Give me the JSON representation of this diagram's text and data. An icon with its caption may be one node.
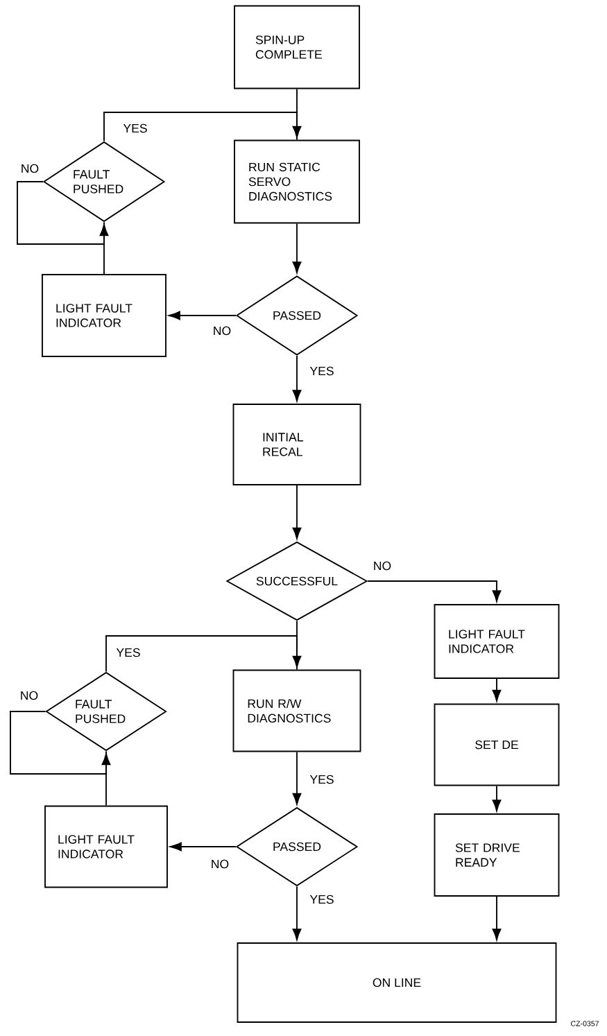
{
  "diagram": {
    "nodes": [
      {
        "text": [
          "SPIN-UP COMPLETE"
        ]
      },
      {
        "text": [
          "FAULT PUSHED"
        ]
      },
      {
        "text": [
          "RUN STATIC SERVO DIAGNOSTICS"
        ]
      },
      {
        "text": [
          "LIGHT FAULT INDICATOR"
        ]
      },
      {
        "text": [
          "PASSED"
        ]
      },
      {
        "text": [
          "INITIAL RECAL"
        ]
      },
      {
        "text": [
          "SUCCESSFUL"
        ]
      },
      {
        "text": [
          "FAULT PUSHED"
        ]
      },
      {
        "text": [
          "RUN R/W DIAGNOSTICS"
        ]
      },
      {
        "text": [
          "LIGHT FAULT INDICATOR"
        ]
      },
      {
        "text": [
          "LIGHT FAULT INDICATOR"
        ]
      },
      {
        "text": [
          "PASSED"
        ]
      },
      {
        "text": [
          "SET DE"
        ]
      },
      {
        "text": [
          "SET DRIVE READY"
        ]
      },
      {
        "text": [
          "ON LINE"
        ]
      }
    ],
    "edges": [
      {
        "from": 0,
        "to": 2,
        "arrow": "none"
      },
      {
        "from": 1,
        "to": 2,
        "arrow": "to",
        "label": "YES"
      },
      {
        "from": 1,
        "to": 1,
        "arrow": "to",
        "label": "NO"
      },
      {
        "from": 3,
        "to": 1,
        "arrow": "none"
      },
      {
        "from": 2,
        "to": 4,
        "arrow": "to"
      },
      {
        "from": 4,
        "to": 3,
        "arrow": "to",
        "label": "NO"
      },
      {
        "from": 4,
        "to": 5,
        "arrow": "to",
        "label": "YES"
      },
      {
        "from": 5,
        "to": 6,
        "arrow": "to"
      },
      {
        "from": 6,
        "to": 9,
        "arrow": "to",
        "label": "NO"
      },
      {
        "from": 6,
        "to": 8,
        "arrow": "none"
      },
      {
        "from": 7,
        "to": 8,
        "arrow": "to",
        "label": "YES"
      },
      {
        "from": 7,
        "to": 7,
        "arrow": "to",
        "label": "NO"
      },
      {
        "from": 10,
        "to": 7,
        "arrow": "none"
      },
      {
        "from": 8,
        "to": 11,
        "arrow": "to",
        "label": "YES"
      },
      {
        "from": 11,
        "to": 10,
        "arrow": "to",
        "label": "NO"
      },
      {
        "from": 11,
        "to": 14,
        "arrow": "to",
        "label": "YES"
      },
      {
        "from": 9,
        "to": 12,
        "arrow": "to"
      },
      {
        "from": 12,
        "to": 13,
        "arrow": "to"
      },
      {
        "from": 13,
        "to": 14,
        "arrow": "to"
      }
    ],
    "labels": [
      "CZ-0357"
    ]
  }
}
